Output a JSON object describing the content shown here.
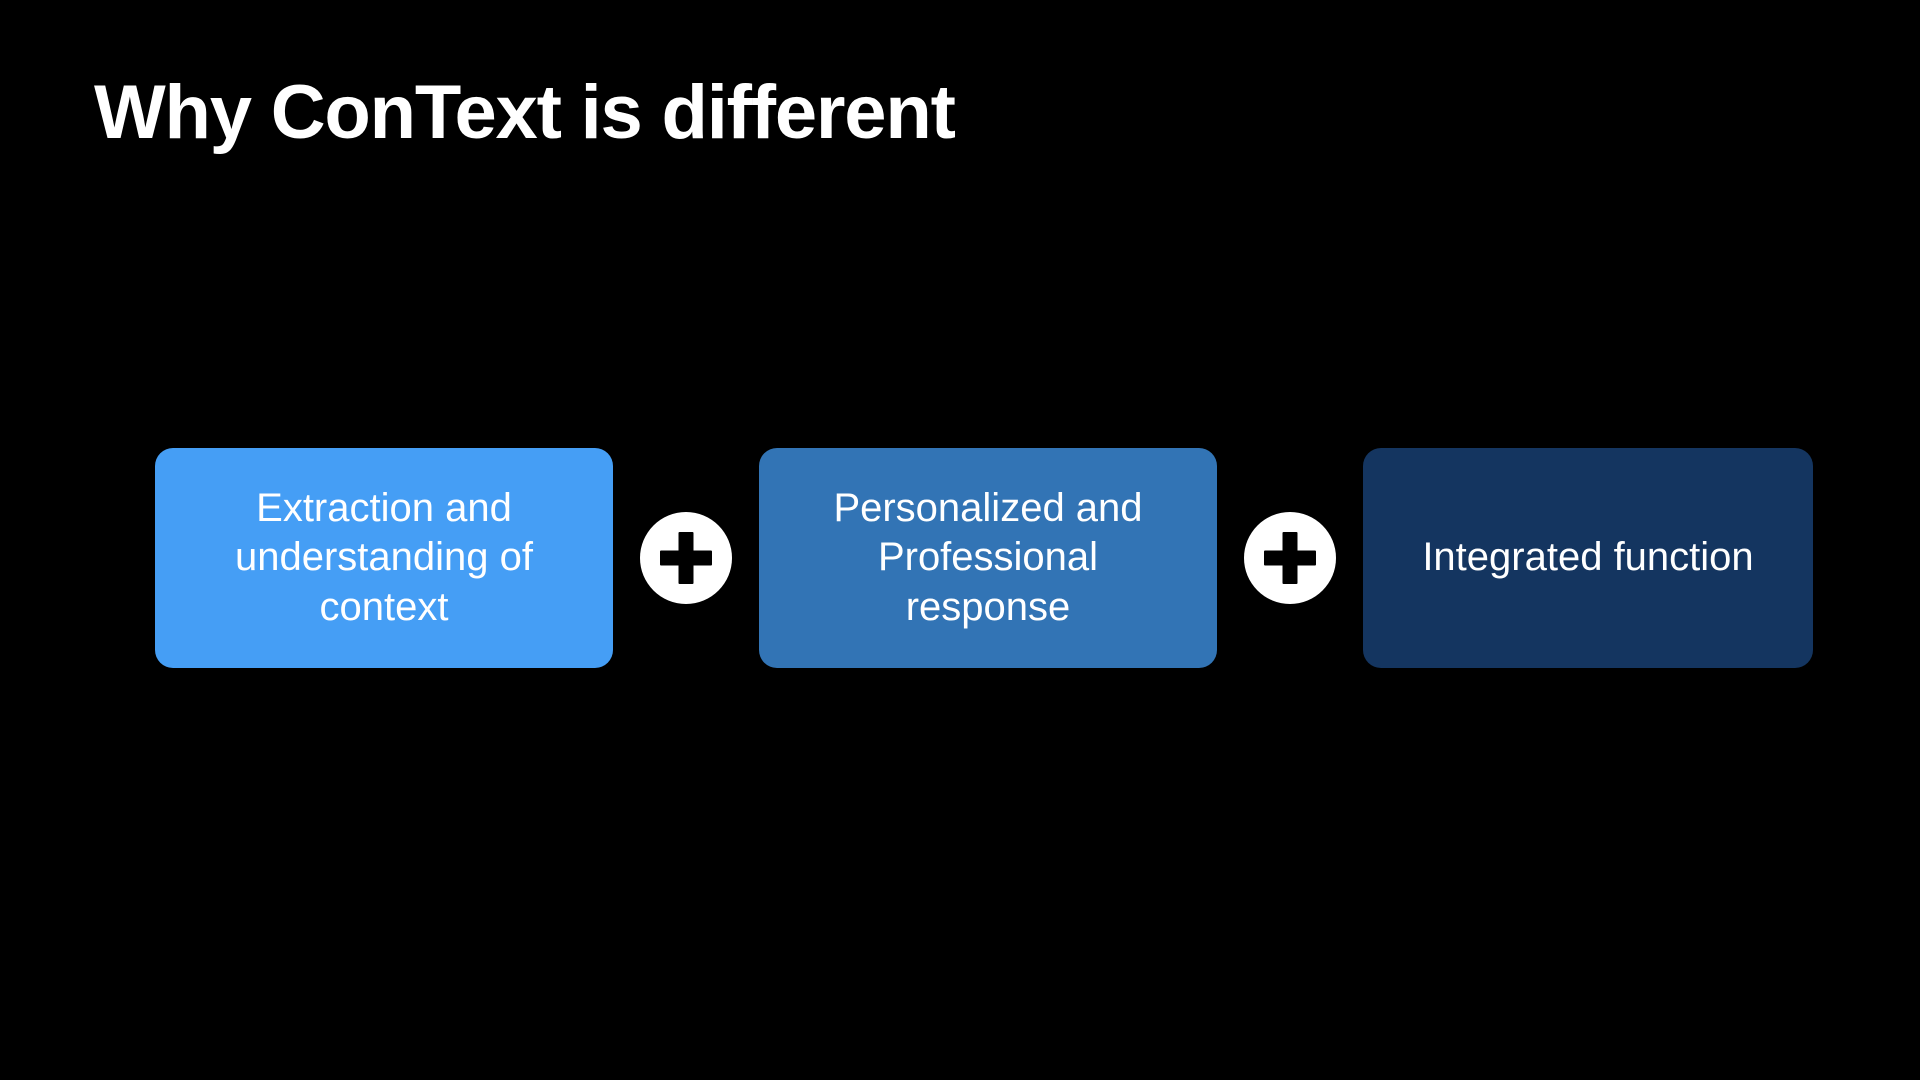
{
  "slide": {
    "background_color": "#000000",
    "title": "Why ConText is different"
  },
  "diagram": {
    "type": "formula-row",
    "boxes": [
      {
        "id": "extraction",
        "label": "Extraction and\nunderstanding of\ncontext",
        "color": "#459ef5",
        "text_color": "#ffffff"
      },
      {
        "id": "response",
        "label": "Personalized and\nProfessional\nresponse",
        "color": "#3274b5",
        "text_color": "#ffffff"
      },
      {
        "id": "function",
        "label": "Integrated function",
        "color": "#143560",
        "text_color": "#ffffff"
      }
    ],
    "connectors": [
      {
        "id": "plus-1",
        "icon": "plus-icon",
        "symbol": "+",
        "circle_color": "#ffffff",
        "glyph_color": "#000000"
      },
      {
        "id": "plus-2",
        "icon": "plus-icon",
        "symbol": "+",
        "circle_color": "#ffffff",
        "glyph_color": "#000000"
      }
    ]
  }
}
